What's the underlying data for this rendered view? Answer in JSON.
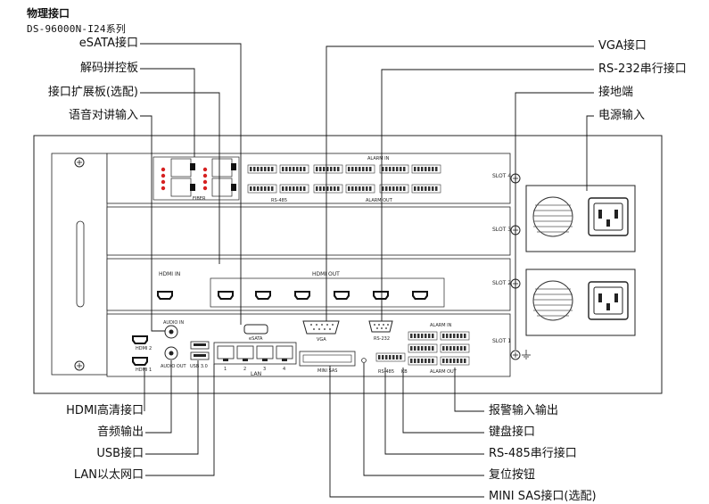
{
  "header": {
    "title": "物理接口",
    "subtitle": "DS-96000N-I24系列"
  },
  "callouts_left_top": [
    {
      "label": "eSATA接口"
    },
    {
      "label": "解码拼控板"
    },
    {
      "label": "接口扩展板(选配)"
    },
    {
      "label": "语音对讲输入"
    }
  ],
  "callouts_right_top": [
    {
      "label": "VGA接口"
    },
    {
      "label": "RS-232串行接口"
    },
    {
      "label": "接地端"
    },
    {
      "label": "电源输入"
    }
  ],
  "callouts_left_bottom": [
    {
      "label": "HDMI高清接口"
    },
    {
      "label": "音频输出"
    },
    {
      "label": "USB接口"
    },
    {
      "label": "LAN以太网口"
    }
  ],
  "callouts_right_bottom": [
    {
      "label": "报警输入输出"
    },
    {
      "label": "键盘接口"
    },
    {
      "label": "RS-485串行接口"
    },
    {
      "label": "复位按钮"
    },
    {
      "label": "MINI SAS接口(选配)"
    }
  ],
  "panel": {
    "slots": [
      "SLOT 4",
      "SLOT 3",
      "SLOT 2",
      "SLOT 1"
    ],
    "port_labels": {
      "rs485_top": "RS-485",
      "alarm_in": "ALARM IN",
      "alarm_out": "ALARM OUT",
      "hdmi_in": "HDMI IN",
      "hdmi_out": "HDMI OUT",
      "audio_in": "AUDIO IN",
      "audio_out": "AUDIO OUT",
      "usb": "USB 3.0",
      "lan": "LAN",
      "esata": "eSATA",
      "vga": "VGA",
      "rs232": "RS-232",
      "mini_sas": "MINI SAS",
      "kb": "KB",
      "rs485_bottom": "RS-485",
      "hdmi1": "HDMI 1",
      "hdmi2": "HDMI 2",
      "fiber": "FIBER"
    },
    "lan_ports": [
      "1",
      "2",
      "3",
      "4"
    ]
  }
}
